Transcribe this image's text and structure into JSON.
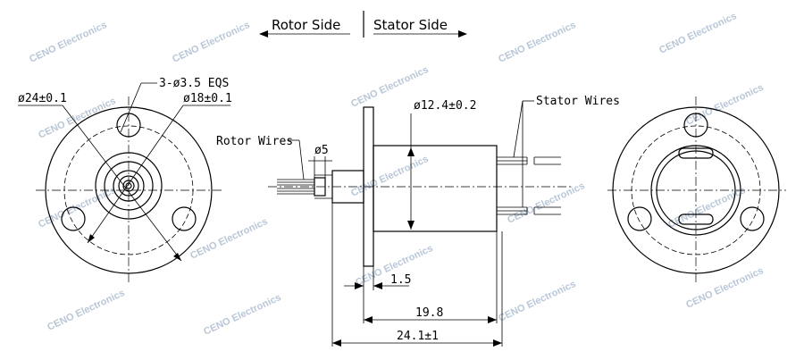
{
  "sides": {
    "rotor": "Rotor Side",
    "stator": "Stator Side"
  },
  "labels": {
    "holes": "3-ø3.5 EQS",
    "outer_diameter": "ø24±0.1",
    "pcd": "ø18±0.1",
    "body_diameter": "ø12.4±0.2",
    "rotor_wires": "Rotor Wires",
    "stator_wires": "Stator Wires",
    "shaft_diameter": "ø5",
    "flange_thickness": "1.5",
    "body_length": "19.8",
    "overall_length": "24.1±1"
  },
  "watermark": "CENO Electronics"
}
